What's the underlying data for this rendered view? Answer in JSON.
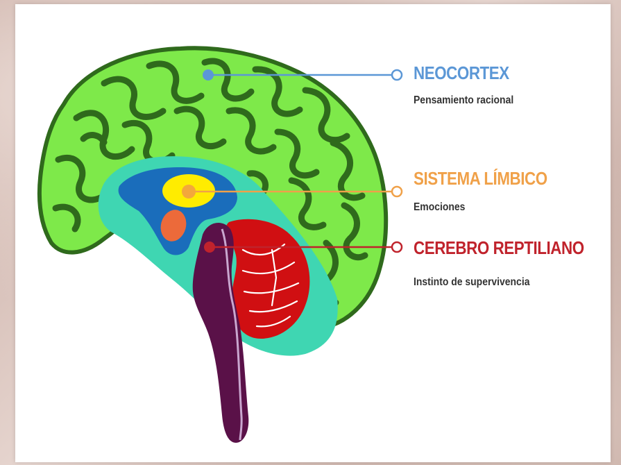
{
  "colors": {
    "neocortex_fill": "#7ee94a",
    "neocortex_outline": "#2f6a1c",
    "limbic_base": "#3fd6b2",
    "limbic_inner": "#1a6dbb",
    "yellow": "#ffec00",
    "orange": "#f3a83b",
    "salmon": "#ec6a3a",
    "cerebellum": "#d00f12",
    "brainstem": "#5a1148",
    "stem_line": "#c9a7cf",
    "neocortex_accent": "#5b97d6",
    "limbic_accent": "#f0a149",
    "reptilian_accent": "#c0232c"
  },
  "labels": {
    "neocortex": {
      "title": "NEOCORTEX",
      "subtitle": "Pensamiento racional"
    },
    "limbic": {
      "title": "SISTEMA LÍMBICO",
      "subtitle": "Emociones"
    },
    "reptilian": {
      "title": "CEREBRO REPTILIANO",
      "subtitle": "Instinto de supervivencia"
    }
  }
}
